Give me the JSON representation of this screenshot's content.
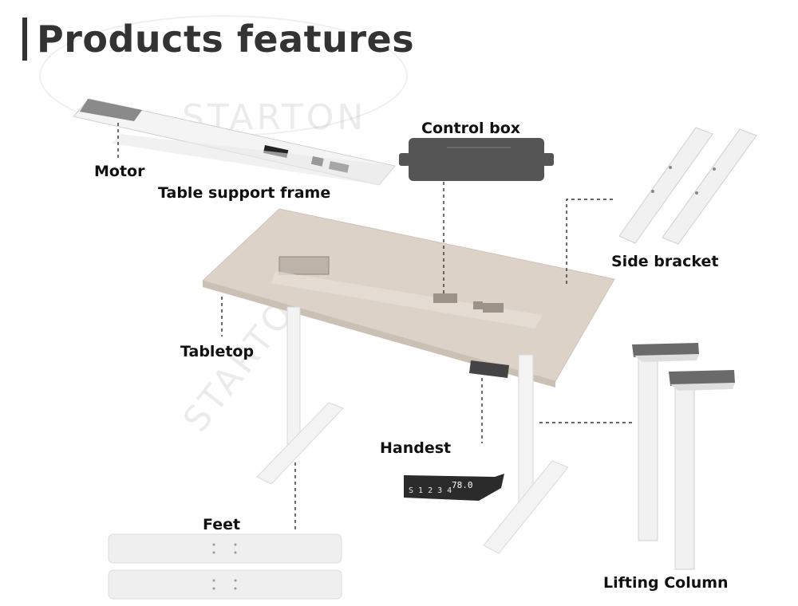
{
  "title": "Products features",
  "watermark": "STARTON",
  "handset_display": {
    "row1": "S 1 2 3 4",
    "readout": "78.0"
  },
  "labels": {
    "motor": "Motor",
    "table_support_frame": "Table support frame",
    "control_box": "Control box",
    "side_bracket": "Side bracket",
    "tabletop": "Tabletop",
    "handest": "Handest",
    "feet": "Feet",
    "lifting_column": "Lifting Column"
  },
  "colors": {
    "tabletop": "#dcd2c8",
    "frame": "#f2f2f2",
    "control_box": "#555555",
    "handset": "#2b2b2b",
    "column_cap": "#6a6a6a"
  }
}
